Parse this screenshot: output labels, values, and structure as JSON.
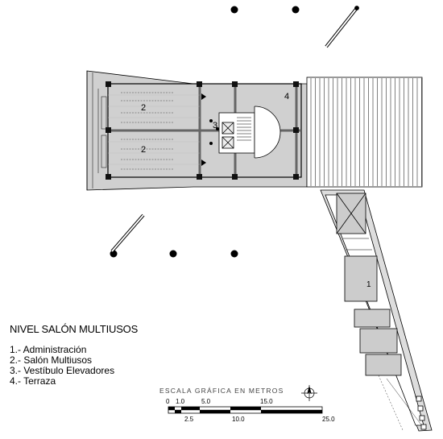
{
  "legend": {
    "title": "NIVEL SALÓN MULTIUSOS",
    "items": [
      "1.- Administración",
      "2.- Salón Multiusos",
      "3.- Vestíbulo Elevadores",
      "4.- Terraza"
    ]
  },
  "room_labels": {
    "salon_upper": "2",
    "salon_lower": "2",
    "vestibulo": "3",
    "terraza": "4",
    "administracion": "1"
  },
  "scale": {
    "title": "ESCALA GRÁFICA EN METROS",
    "top_ticks": [
      "0",
      "1.0",
      "5.0",
      "15.0"
    ],
    "bottom_ticks": [
      "2.5",
      "10.0",
      "25.0"
    ]
  },
  "colors": {
    "floor_fill": "#d0d0d0",
    "line": "#000000",
    "column": "#111111"
  },
  "icons": [
    "north-arrow-icon",
    "compass-icon"
  ]
}
